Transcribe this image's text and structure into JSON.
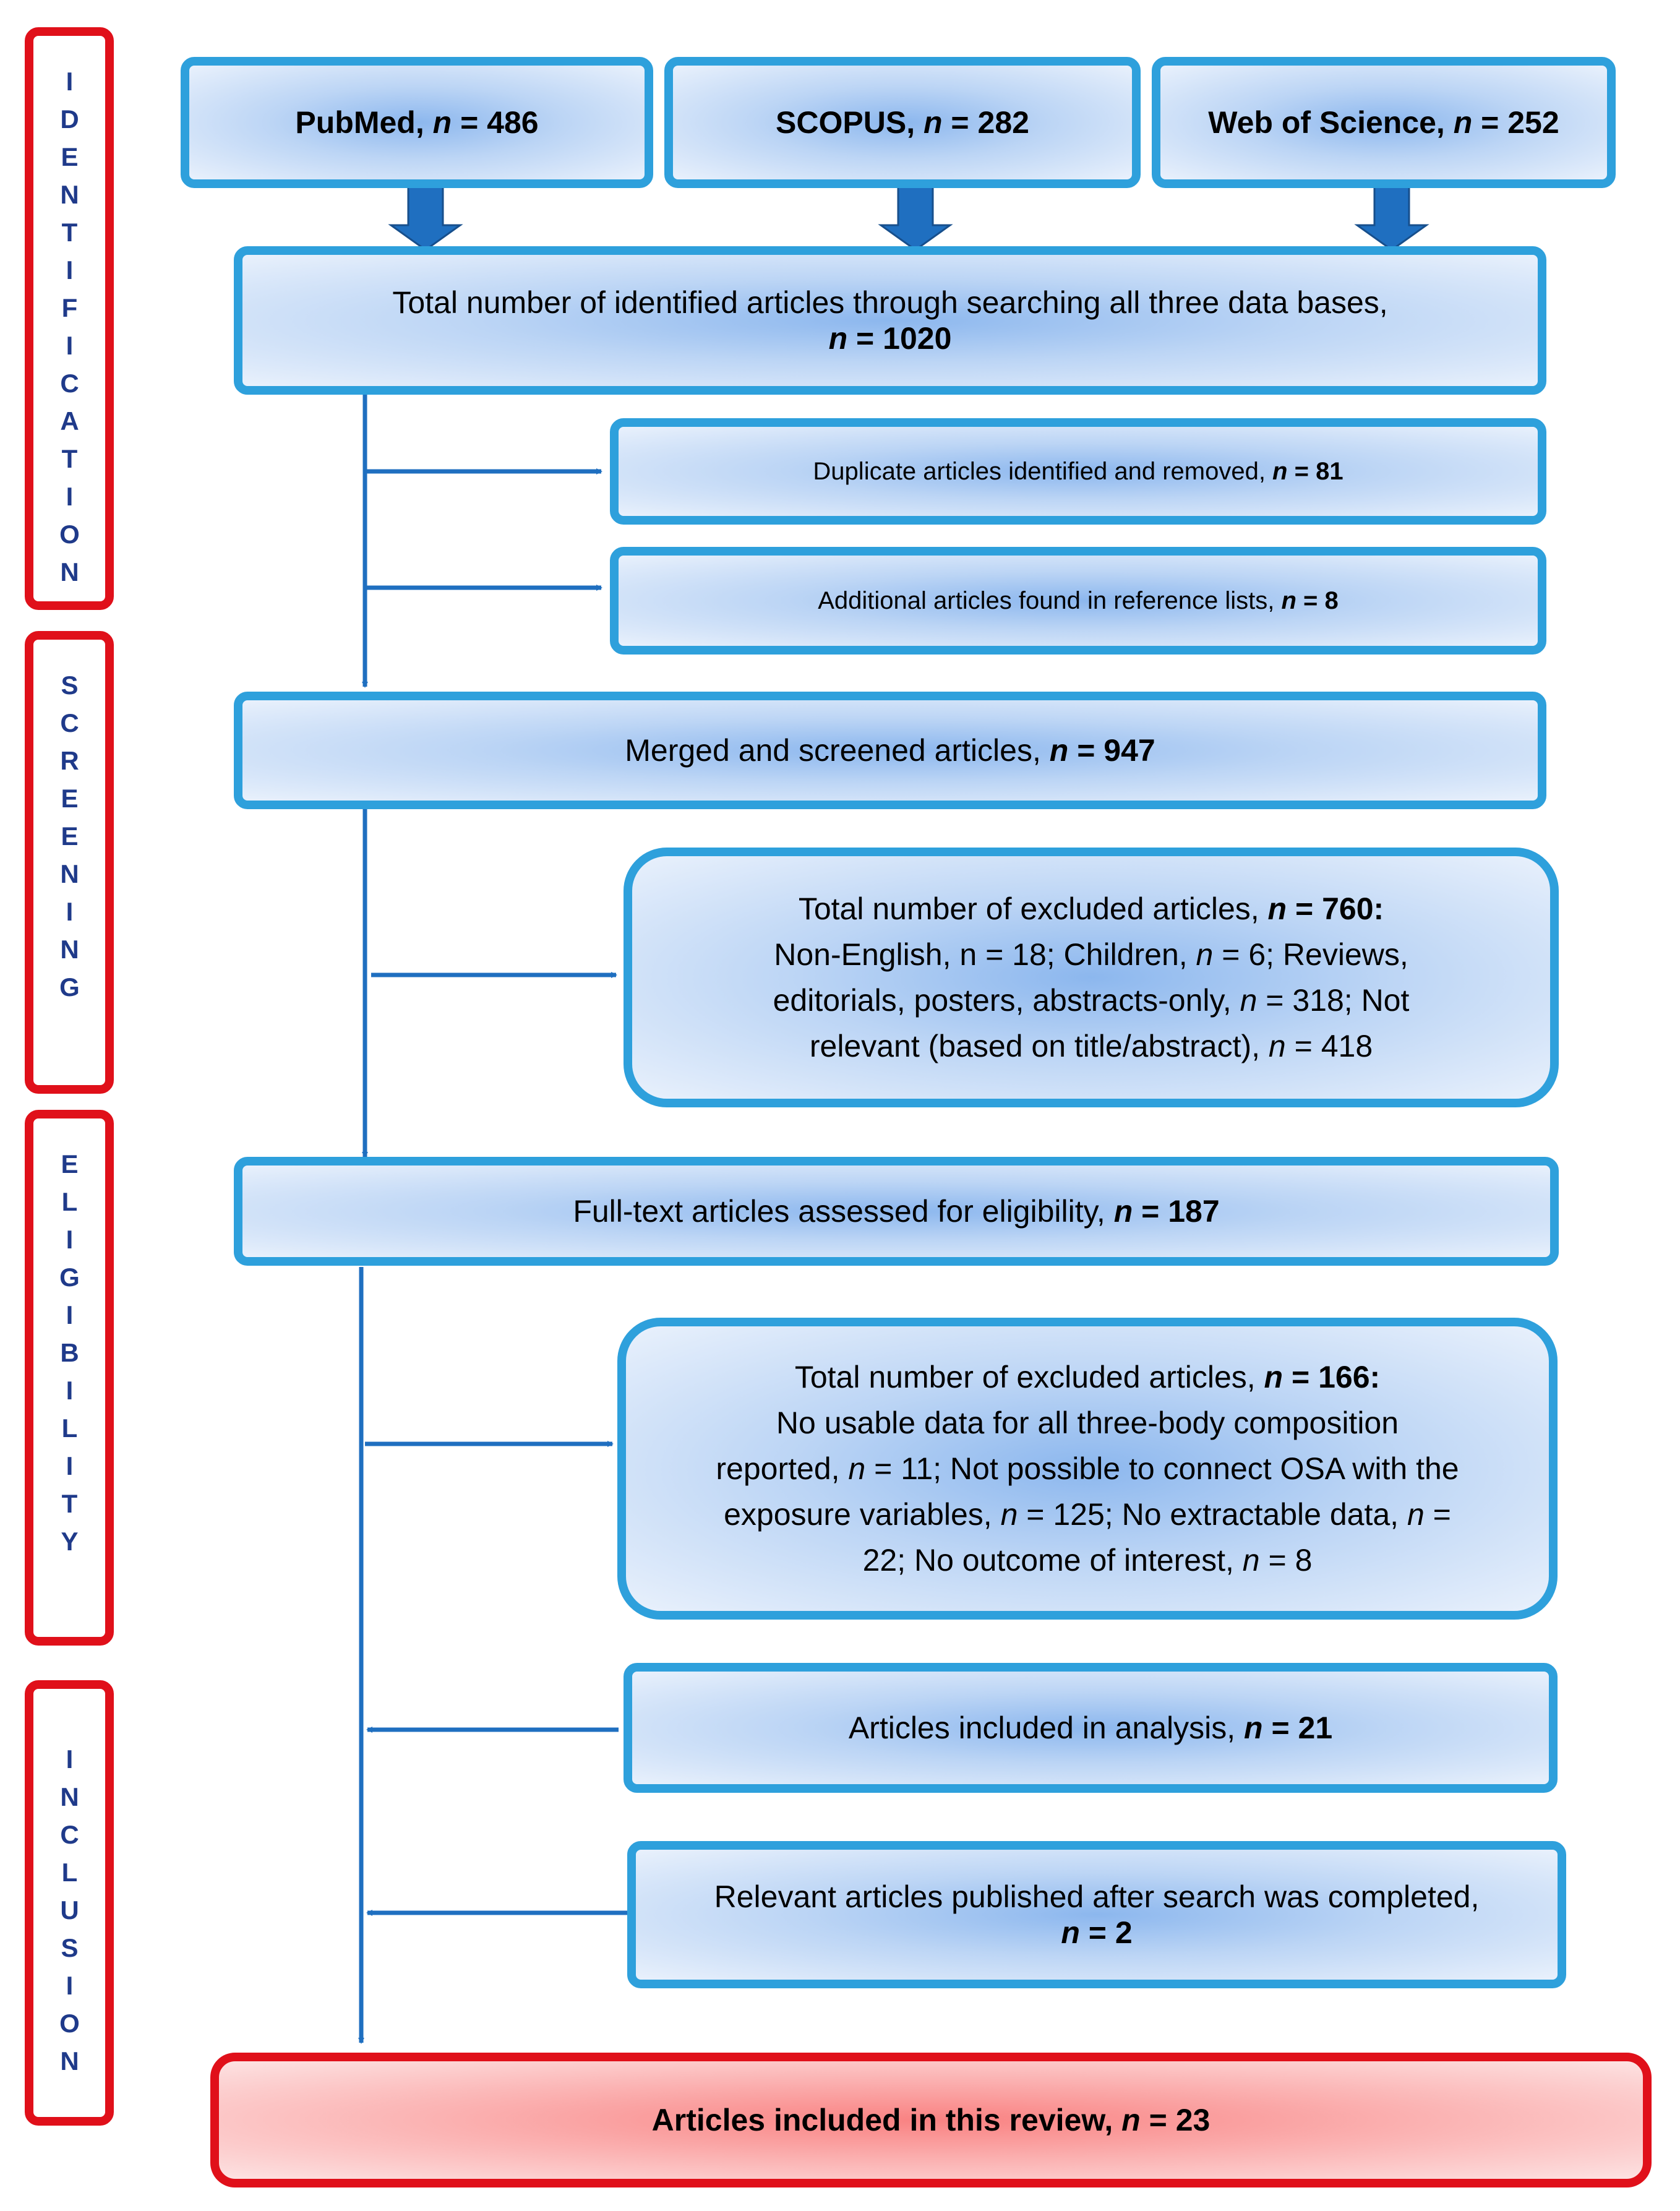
{
  "stages": {
    "identification": "IDENTIFICATION",
    "screening": "SCREENING",
    "eligibility": "ELIGIBILITY",
    "inclusion": "INCLUSION"
  },
  "sources": [
    {
      "label": "PubMed, ",
      "n_symbol": "n",
      "eq": " = ",
      "value": "486"
    },
    {
      "label": "SCOPUS, ",
      "n_symbol": "n",
      "eq": " = ",
      "value": "282"
    },
    {
      "label": "Web of Science, ",
      "n_symbol": "n",
      "eq": " = ",
      "value": "252"
    }
  ],
  "identified": {
    "text": "Total number of identified articles through searching all three data bases,",
    "n_symbol": "n",
    "eq": " = ",
    "value": "1020"
  },
  "duplicates": {
    "text": "Duplicate articles identified and removed, ",
    "n_symbol": "n",
    "eq": " = ",
    "value": "81"
  },
  "additional": {
    "text": "Additional articles found in reference lists, ",
    "n_symbol": "n",
    "eq": " = ",
    "value": "8"
  },
  "merged": {
    "text": "Merged and screened articles, ",
    "n_symbol": "n",
    "eq": " = ",
    "value": "947"
  },
  "excluded_screening": {
    "head_text": "Total number of excluded articles, ",
    "head_n": "n",
    "head_eq": " = ",
    "head_value": "760:",
    "line2_a": "Non-English, n = 18; Children, ",
    "line2_n": "n",
    "line2_b": " = 6; Reviews,",
    "line3_a": "editorials, posters, abstracts-only, ",
    "line3_n": "n",
    "line3_b": " = 318; Not",
    "line4_a": "relevant (based on title/abstract), ",
    "line4_n": "n",
    "line4_b": " = 418"
  },
  "fulltext": {
    "text": "Full-text articles assessed for eligibility, ",
    "n_symbol": "n",
    "eq": " = ",
    "value": "187"
  },
  "excluded_eligibility": {
    "head_text": "Total number of excluded articles, ",
    "head_n": "n",
    "head_eq": " = ",
    "head_value": "166:",
    "line2": "No usable data for all three-body composition",
    "line3_a": "reported, ",
    "line3_n": "n",
    "line3_b": " = 11; Not possible to connect OSA with the",
    "line4_a": "exposure variables, ",
    "line4_n": "n",
    "line4_b": " = 125; No extractable data, ",
    "line4_n2": "n",
    "line4_c": " =",
    "line5_a": "22; No outcome of interest, ",
    "line5_n": "n",
    "line5_b": " = 8"
  },
  "included_analysis": {
    "text": "Articles included in analysis, ",
    "n_symbol": "n",
    "eq": " = ",
    "value": "21"
  },
  "after_search": {
    "text": "Relevant articles published after search was completed,",
    "n_symbol": "n",
    "eq": " = ",
    "value": "2"
  },
  "final": {
    "text": "Articles included in this review, ",
    "n_symbol": "n",
    "eq": " = ",
    "value": "23"
  },
  "colors": {
    "box_border": "#2ea0dc",
    "final_border": "#e0101a",
    "arrow": "#1f6fc0",
    "stage_text": "#1f3a8a"
  }
}
